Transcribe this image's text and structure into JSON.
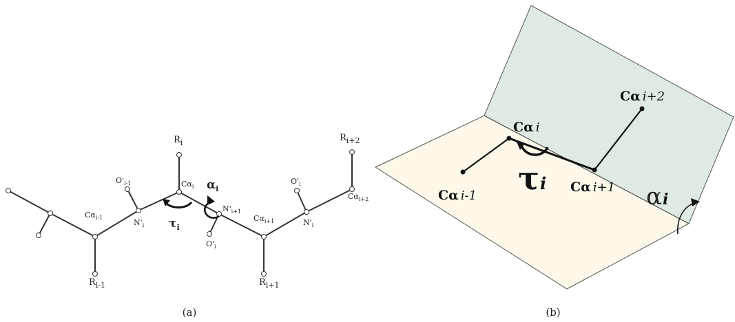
{
  "panel_a": {
    "caption": "(a)",
    "labels": {
      "r_i": "R",
      "r_i_sub": "i",
      "ca_i": "Cα",
      "ca_i_sub": "i",
      "alpha_i": "α",
      "alpha_i_sub": "i",
      "tau_i": "τ",
      "tau_i_sub": "i",
      "o_im1": "O'",
      "o_im1_sub": "i-1",
      "n_i_left": "N'",
      "n_i_left_sub": "i",
      "ca_im1": "Cα",
      "ca_im1_sub": "i-1",
      "r_im1": "R",
      "r_im1_sub": "i-1",
      "n_ip1": "N'",
      "n_ip1_sub": "i+1",
      "o_i_low": "O'",
      "o_i_low_sub": "i",
      "ca_ip1": "Cα",
      "ca_ip1_sub": "i+1",
      "r_ip1": "R",
      "r_ip1_sub": "i+1",
      "o_i_up": "O'",
      "o_i_up_sub": "i",
      "n_i_right": "N'",
      "n_i_right_sub": "i",
      "ca_ip2": "Cα",
      "ca_ip2_sub": "i+2",
      "r_ip2": "R",
      "r_ip2_sub": "i+2"
    }
  },
  "panel_b": {
    "caption": "(b)",
    "colors": {
      "back_plane": "#dfeae2",
      "front_plane": "#fdf8ea",
      "edge": "#555555"
    },
    "labels": {
      "ca_i": "Cα",
      "ca_i_sub": "i",
      "ca_im1": "Cα",
      "ca_im1_sub": "i-1",
      "ca_ip1": "Cα",
      "ca_ip1_sub": "i+1",
      "ca_ip2": "Cα",
      "ca_ip2_sub": "i+2",
      "tau": "τ",
      "tau_sub": "i",
      "alpha": "α",
      "alpha_sub": "i"
    }
  }
}
